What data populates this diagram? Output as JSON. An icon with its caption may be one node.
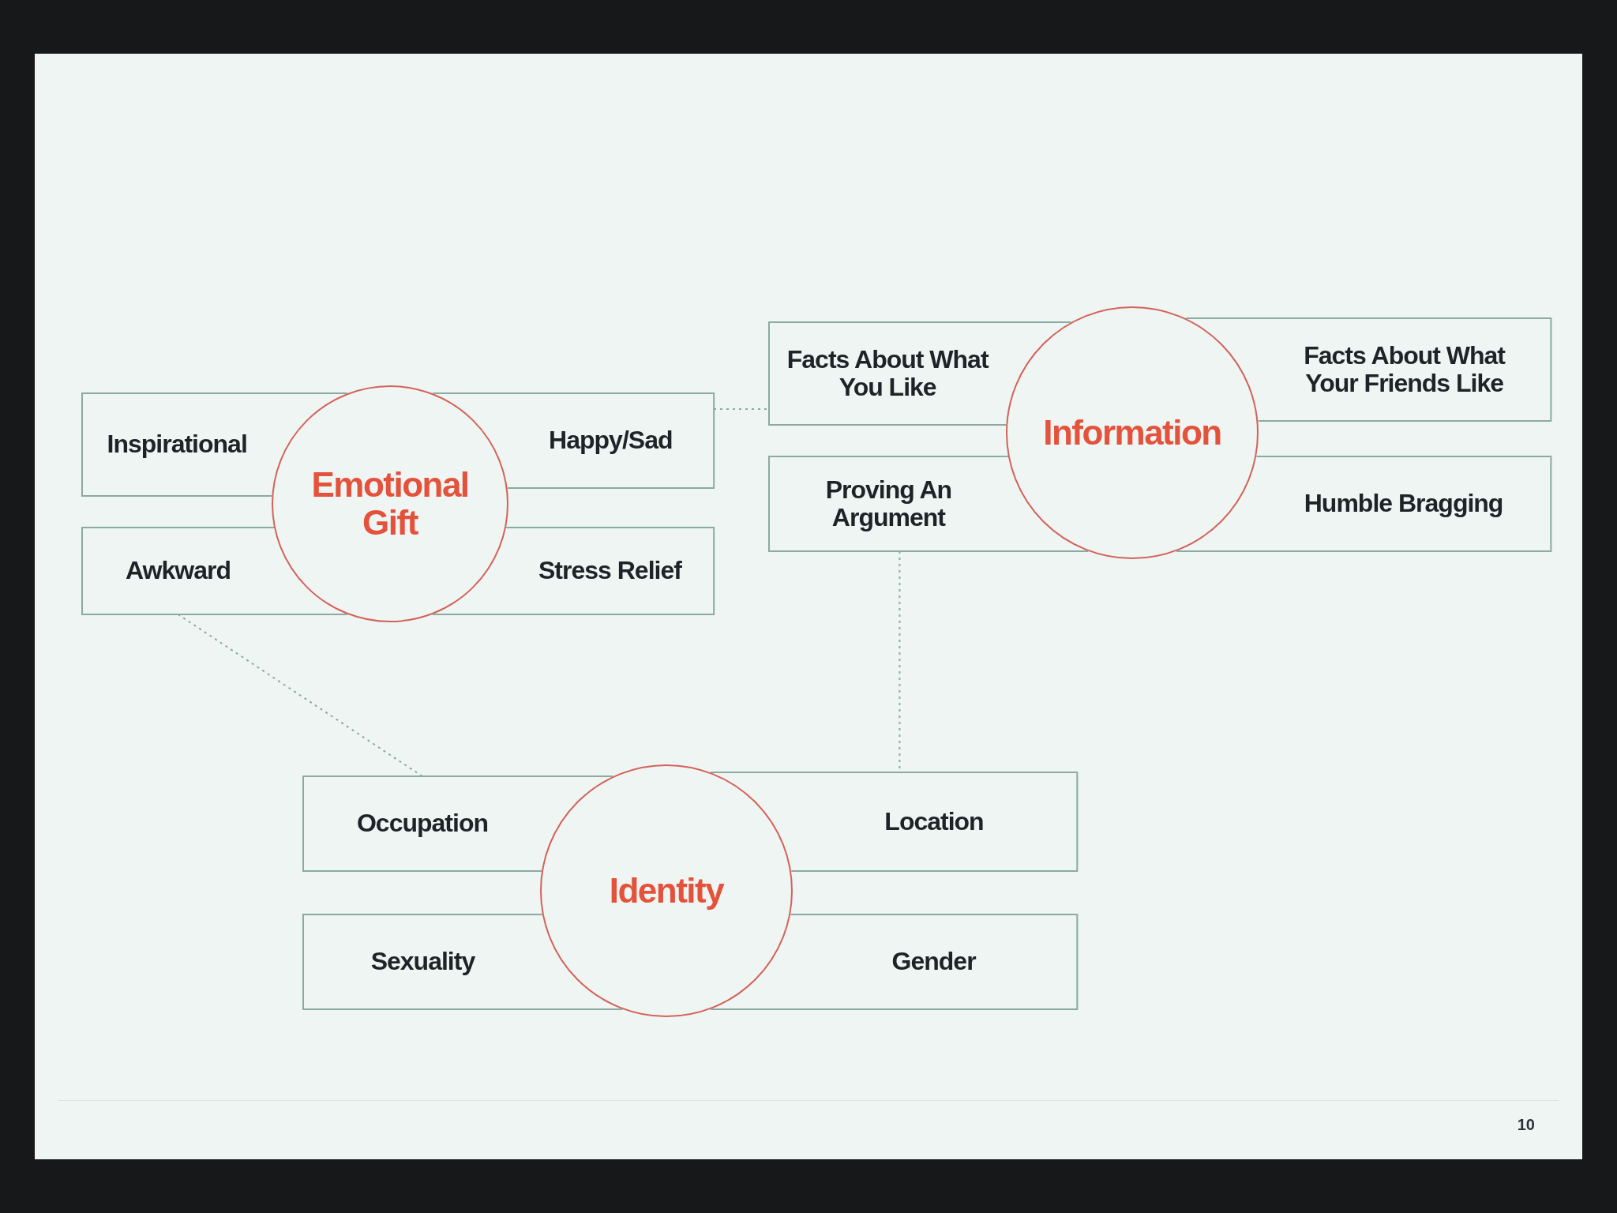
{
  "diagram": {
    "nodes": [
      {
        "text": [
          "Emotional Gift"
        ]
      },
      {
        "text": [
          "Inspirational"
        ]
      },
      {
        "text": [
          "Happy/Sad"
        ]
      },
      {
        "text": [
          "Stress Relief"
        ]
      },
      {
        "text": [
          "Awkward"
        ]
      },
      {
        "text": [
          "Information"
        ]
      },
      {
        "text": [
          "Facts About What You Like"
        ]
      },
      {
        "text": [
          "Facts About What Your Friends Like"
        ]
      },
      {
        "text": [
          "Proving An Argument"
        ]
      },
      {
        "text": [
          "Humble Bragging"
        ]
      },
      {
        "text": [
          "Identity"
        ]
      },
      {
        "text": [
          "Occupation"
        ]
      },
      {
        "text": [
          "Location"
        ]
      },
      {
        "text": [
          "Sexuality"
        ]
      },
      {
        "text": [
          "Gender"
        ]
      }
    ],
    "edges": [
      {
        "from": 2,
        "to": 6,
        "arrow": "none",
        "style": "dashed"
      },
      {
        "from": 8,
        "to": 12,
        "arrow": "none",
        "style": "dashed"
      },
      {
        "from": 4,
        "to": 11,
        "arrow": "none",
        "style": "dashed"
      }
    ],
    "labels": [
      "10"
    ]
  }
}
